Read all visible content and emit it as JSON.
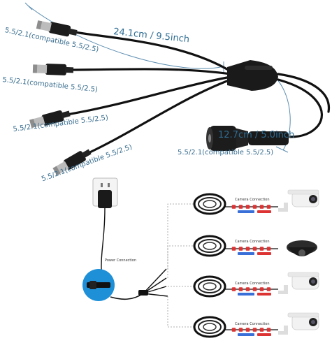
{
  "dimensions": {
    "split_length": "24.1cm / 9.5inch",
    "female_length": "12.7cm / 5.0inch"
  },
  "plugs": {
    "male_spec_1": "5.5/2.1(compatible 5.5/2.5)",
    "male_spec_2": "5.5/2.1(compatible 5.5/2.5)",
    "male_spec_3": "5.5/2.1(compatible 5.5/2.5)",
    "male_spec_4": "5.5/2.1(compatible 5.5/2.5)",
    "female_spec": "5.5/2.1(compatible 5.5/2.5)"
  },
  "wiring_diagram": {
    "power_label": "Power Connection",
    "camera_labels": [
      "Camera Connection",
      "Camera Connection",
      "Camera Connection",
      "Camera Connection"
    ]
  },
  "colors": {
    "cable": "#111111",
    "dimension_line": "#5b8db0",
    "text_blue": "#3a6e8f",
    "highlight_circle": "#1e90d8",
    "camera_white": "#f2f2f2",
    "dome_dark": "#2b2b2b"
  },
  "icons": [
    "power-adapter-icon",
    "bullet-camera-icon",
    "dome-camera-icon",
    "cable-reel-icon"
  ]
}
